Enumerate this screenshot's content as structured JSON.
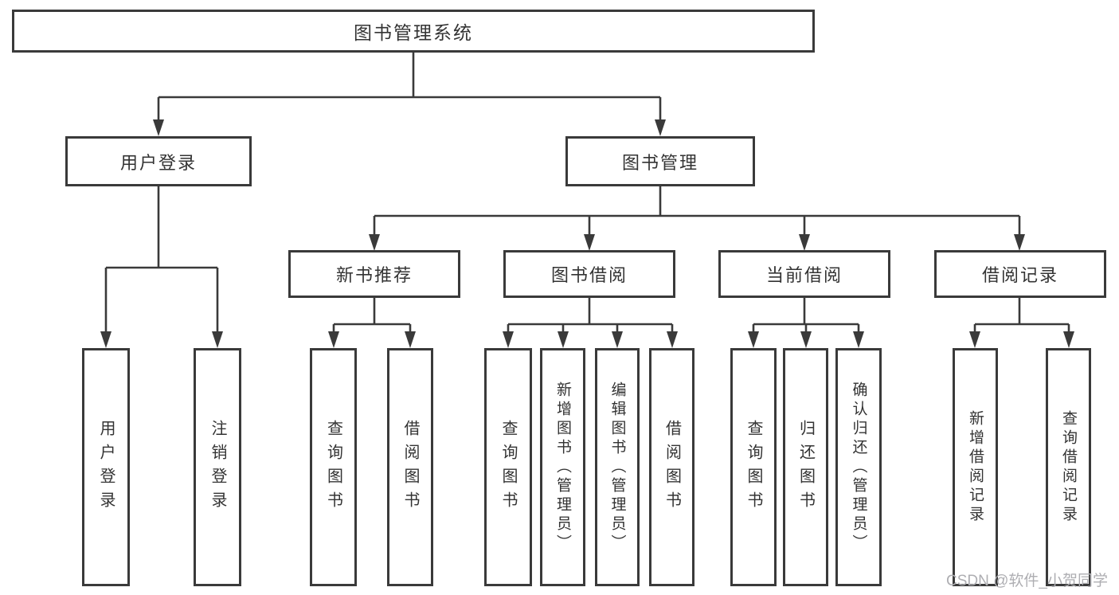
{
  "tree": {
    "root": "图书管理系统",
    "branches": [
      {
        "label": "用户登录",
        "children": [
          "用户登录",
          "注销登录"
        ]
      },
      {
        "label": "图书管理",
        "groups": [
          {
            "label": "新书推荐",
            "children": [
              "查询图书",
              "借阅图书"
            ]
          },
          {
            "label": "图书借阅",
            "children": [
              "查询图书",
              "新增图书（管理员）",
              "编辑图书（管理员）",
              "借阅图书"
            ]
          },
          {
            "label": "当前借阅",
            "children": [
              "查询图书",
              "归还图书",
              "确认归还（管理员）"
            ]
          },
          {
            "label": "借阅记录",
            "children": [
              "新增借阅记录",
              "查询借阅记录"
            ]
          }
        ]
      }
    ]
  },
  "colors": {
    "line": "#3a3a3a",
    "border": "#3a3a3a",
    "text": "#333333",
    "watermark": "#aeaeb2"
  },
  "watermark": "CSDN @软件_小贺同学"
}
